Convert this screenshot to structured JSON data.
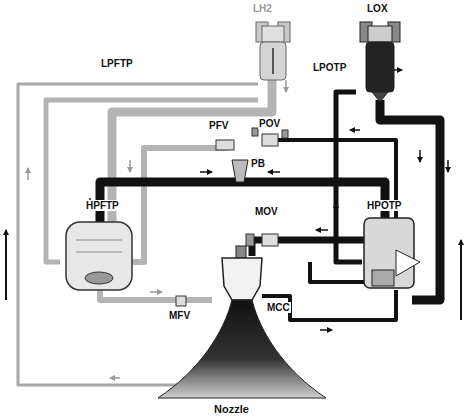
{
  "diagram": {
    "labels": [
      "LH2",
      "LOX",
      "LPFTP",
      "LPOTP",
      "PFV",
      "POV",
      "PB",
      "HPFTP",
      "MOV",
      "HPOTP",
      "MFV",
      "MCC",
      "Nozzle"
    ]
  }
}
